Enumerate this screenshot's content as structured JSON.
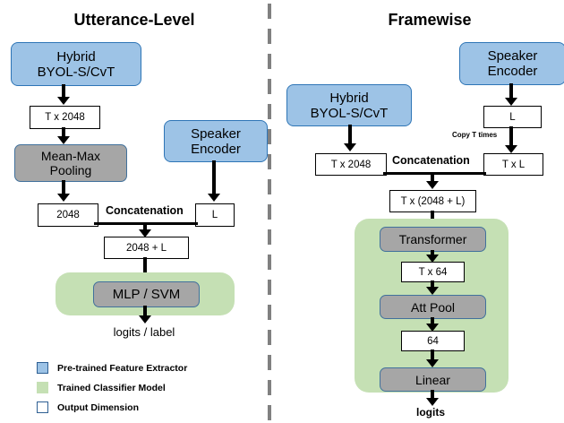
{
  "diagram": {
    "divider": {
      "name": "vertical-dashed-divider",
      "color": "#808080"
    },
    "left_panel": {
      "title": "Utterance-Level",
      "nodes": {
        "feature_extractor": "Hybrid\nBYOL-S/CvT",
        "feature_extractor_line1": "Hybrid",
        "feature_extractor_line2": "BYOL-S/CvT",
        "dim_t2048": "T x 2048",
        "pooling_line1": "Mean-Max",
        "pooling_line2": "Pooling",
        "dim_2048": "2048",
        "speaker_encoder_line1": "Speaker",
        "speaker_encoder_line2": "Encoder",
        "dim_L": "L",
        "concatenation_label": "Concatenation",
        "dim_2048_plus_L": "2048 + L",
        "classifier": "MLP / SVM",
        "output_label": "logits / label"
      }
    },
    "right_panel": {
      "title": "Framewise",
      "nodes": {
        "feature_extractor_line1": "Hybrid",
        "feature_extractor_line2": "BYOL-S/CvT",
        "dim_t2048": "T x 2048",
        "speaker_encoder_line1": "Speaker",
        "speaker_encoder_line2": "Encoder",
        "dim_L": "L",
        "copy_label": "Copy T times",
        "dim_TxL": "T x L",
        "concatenation_label": "Concatenation",
        "dim_T_2048_plus_L": "T x (2048 + L)",
        "transformer": "Transformer",
        "dim_Tx64": "T x 64",
        "att_pool": "Att Pool",
        "dim_64": "64",
        "linear": "Linear",
        "output_label": "logits"
      }
    },
    "legend": {
      "items": [
        {
          "swatch": "blue",
          "label": "Pre-trained Feature Extractor"
        },
        {
          "swatch": "green",
          "label": "Trained Classifier Model"
        },
        {
          "swatch": "white",
          "label": "Output Dimension"
        }
      ]
    },
    "colors": {
      "pretrained_fill": "#9dc3e6",
      "pretrained_stroke": "#2e75b6",
      "trained_module_fill": "#a6a6a6",
      "trained_module_stroke": "#41719c",
      "classifier_panel_fill": "#c5e0b4",
      "output_box_fill": "#ffffff",
      "output_box_stroke": "#000000",
      "divider": "#808080",
      "text": "#000000"
    }
  }
}
